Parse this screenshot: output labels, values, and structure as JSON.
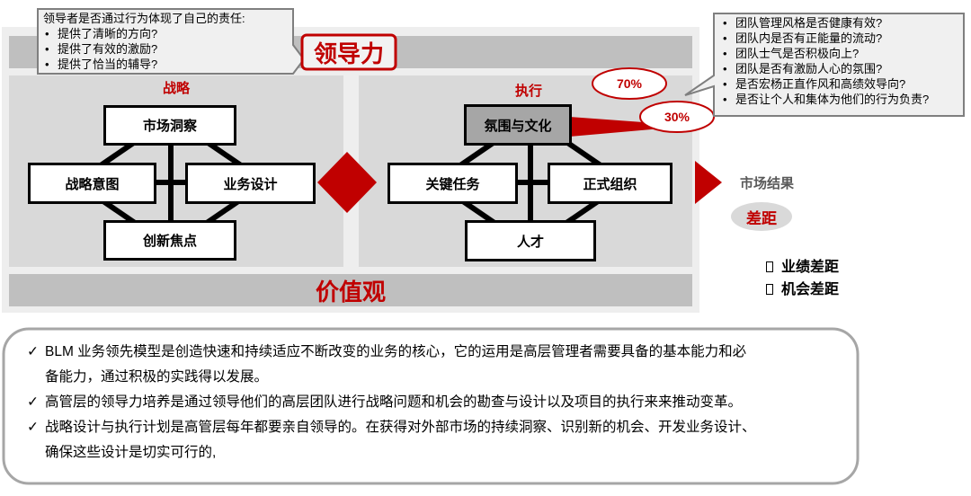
{
  "colors": {
    "accent_red": "#c00000",
    "panel_gray": "#d9d9d9",
    "band_gray": "#bfbfbf",
    "text_gray": "#595959"
  },
  "leadership": {
    "label": "领导力",
    "callout": {
      "title": "领导者是否通过行为体现了自己的责任:",
      "items": [
        "提供了清晰的方向?",
        "提供了有效的激励?",
        "提供了恰当的辅导?"
      ]
    }
  },
  "strategy": {
    "title": "战略",
    "boxes": {
      "top": "市场洞察",
      "left": "战略意图",
      "right": "业务设计",
      "bottom": "创新焦点"
    }
  },
  "execution": {
    "title": "执行",
    "boxes": {
      "top": "氛围与文化",
      "left": "关键任务",
      "right": "正式组织",
      "bottom": "人才"
    }
  },
  "culture_callout": {
    "items": [
      "团队管理风格是否健康有效?",
      "团队内是否有正能量的流动?",
      "团队士气是否积极向上?",
      "团队是否有激励人心的氛围?",
      "是否宏杨正直作风和高绩效导向?",
      "是否让个人和集体为他们的行为负责?"
    ],
    "pct_high": "70%",
    "pct_low": "30%"
  },
  "values": {
    "label": "价值观"
  },
  "market": {
    "label": "市场结果",
    "gap_label": "差距",
    "gap_items": [
      "业绩差距",
      "机会差距"
    ]
  },
  "summary": {
    "check": "✓",
    "items": [
      {
        "line1": "BLM 业务领先模型是创造快速和持续适应不断改变的业务的核心，它的运用是高层管理者需要具备的基本能力和必",
        "line2": "备能力，通过积极的实践得以发展。"
      },
      {
        "line1": "高管层的领导力培养是通过领导他们的高层团队进行战略问题和机会的勘查与设计以及项目的执行来来推动变革。",
        "line2": ""
      },
      {
        "line1": "战略设计与执行计划是高管层每年都要亲自领导的。在获得对外部市场的持续洞察、识别新的机会、开发业务设计、",
        "line2": "确保这些设计是切实可行的,"
      }
    ]
  }
}
